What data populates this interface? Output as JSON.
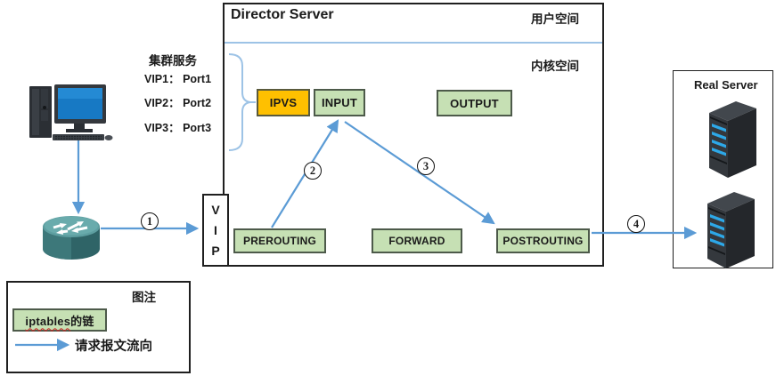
{
  "colors": {
    "flow_arrow_blue": "#5B9BD5",
    "brace_light_blue": "#9DC3E6",
    "chain_green": "#C6E0B4",
    "ipvs_orange": "#FFC000",
    "border_dark": "#1f1f1f",
    "monitor_screen_blue": "#1779c4",
    "server_led_blue": "#2da8e8",
    "router_teal": "#3f7d7d"
  },
  "director": {
    "title": "Director Server",
    "user_space_label": "用户空间",
    "kernel_space_label": "内核空间",
    "boxes": {
      "ipvs": "IPVS",
      "input": "INPUT",
      "output": "OUTPUT",
      "prerouting": "PREROUTING",
      "forward": "FORWARD",
      "postrouting": "POSTROUTING"
    }
  },
  "cluster_service": {
    "title": "集群服务",
    "entries": [
      "VIP1： Port1",
      "VIP2： Port2",
      "VIP3： Port3"
    ]
  },
  "vip": {
    "letters": [
      "V",
      "I",
      "P"
    ]
  },
  "real_server": {
    "title": "Real Server",
    "server_count": 2
  },
  "steps": [
    "1",
    "2",
    "3",
    "4"
  ],
  "legend": {
    "title": "图注",
    "chain_en": "iptables",
    "chain_zh": "的链",
    "flow_label": "请求报文流向"
  },
  "icons": {
    "client": "desktop-pc-icon",
    "router": "router-icon",
    "server": "server-tower-icon",
    "flow": "blue-arrow-icon"
  }
}
